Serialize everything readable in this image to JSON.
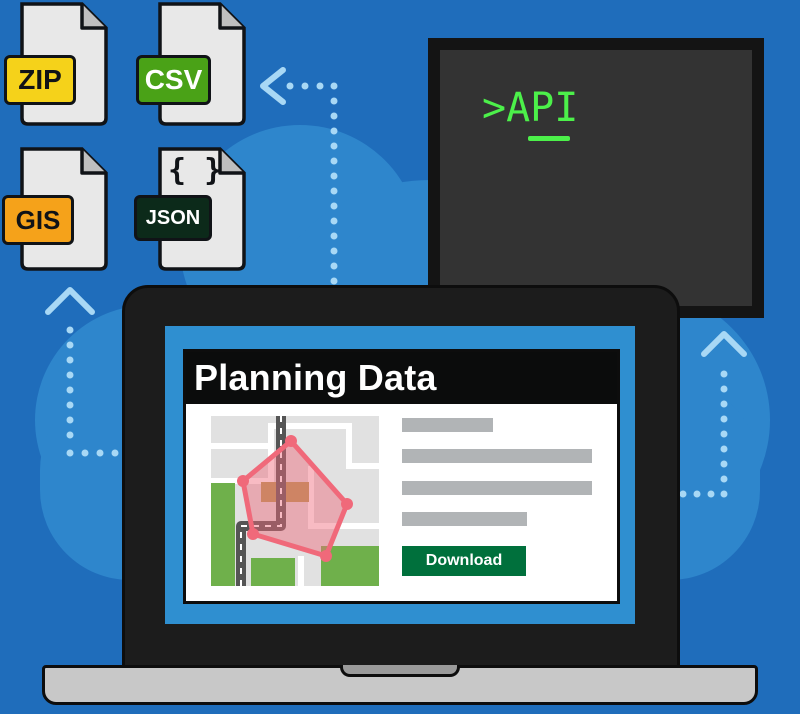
{
  "files": {
    "zip_label": "ZIP",
    "csv_label": "CSV",
    "gis_label": "GIS",
    "json_label": "JSON",
    "json_braces": "{ }"
  },
  "terminal": {
    "prompt_symbol": ">",
    "text": "API"
  },
  "window": {
    "title": "Planning Data",
    "download_label": "Download"
  },
  "colors": {
    "background": "#1f6dbb",
    "zip_badge": "#f5d21a",
    "csv_badge": "#4aa217",
    "gis_badge": "#f5a21a",
    "json_badge": "#0c2a1a",
    "terminal_text": "#4cf04a",
    "download_button": "#00703c",
    "boundary": "#f0697a"
  },
  "icons": [
    "up-arrow-icon",
    "left-arrow-icon",
    "map-icon",
    "cloud-shape"
  ]
}
